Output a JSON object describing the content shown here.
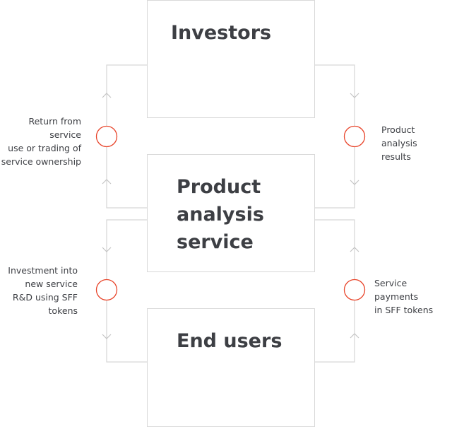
{
  "boxes": {
    "investors": {
      "title": "Investors"
    },
    "service": {
      "title": "Product\nanalysis\nservice"
    },
    "end_users": {
      "title": "End users"
    }
  },
  "flows": {
    "investor_return": {
      "label": "Return from service\nuse or trading of\nservice ownership",
      "direction": "up"
    },
    "analysis_results": {
      "label": "Product analysis\nresults",
      "direction": "down"
    },
    "rnd_investment": {
      "label": "Investment into\nnew service\nR&D using SFF\ntokens",
      "direction": "down"
    },
    "service_payments": {
      "label": "Service payments\nin SFF tokens",
      "direction": "up"
    }
  },
  "colors": {
    "line": "#d6d6d6",
    "box_border": "#d9d9d9",
    "node": "#e8442a",
    "text": "#3d3f44"
  }
}
